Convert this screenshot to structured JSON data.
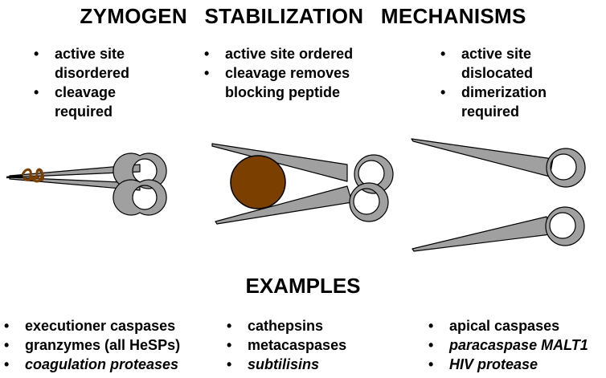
{
  "title": "ZYMOGEN  STABILIZATION  MECHANISMS",
  "mechanisms": [
    {
      "bullets": [
        {
          "lines": [
            "active site",
            "disordered"
          ]
        },
        {
          "lines": [
            "cleavage",
            "required"
          ]
        }
      ]
    },
    {
      "bullets": [
        {
          "lines": [
            "active site ordered"
          ]
        },
        {
          "lines": [
            "cleavage removes",
            "blocking peptide"
          ]
        }
      ]
    },
    {
      "bullets": [
        {
          "lines": [
            "active site",
            "dislocated"
          ]
        },
        {
          "lines": [
            "dimerization",
            "required"
          ]
        }
      ]
    }
  ],
  "examples_title": "EXAMPLES",
  "examples": [
    [
      {
        "text": "executioner caspases",
        "italic": false
      },
      {
        "text": "granzymes (all HeSPs)",
        "italic": false
      },
      {
        "text": "coagulation proteases",
        "italic": true
      }
    ],
    [
      {
        "text": "cathepsins",
        "italic": false
      },
      {
        "text": "metacaspases",
        "italic": false
      },
      {
        "text": "subtilisins",
        "italic": true
      }
    ],
    [
      {
        "text": "apical caspases",
        "italic": false
      },
      {
        "text": "paracaspase MALT1",
        "italic": true
      },
      {
        "text": "HIV protease",
        "italic": true
      }
    ]
  ],
  "colors": {
    "blade": "#a0a0a0",
    "outline": "#000000",
    "peptide": "#7b3f00"
  },
  "icons": [
    "scissors-icon",
    "peptide-tangle-icon",
    "blocking-peptide-icon"
  ]
}
